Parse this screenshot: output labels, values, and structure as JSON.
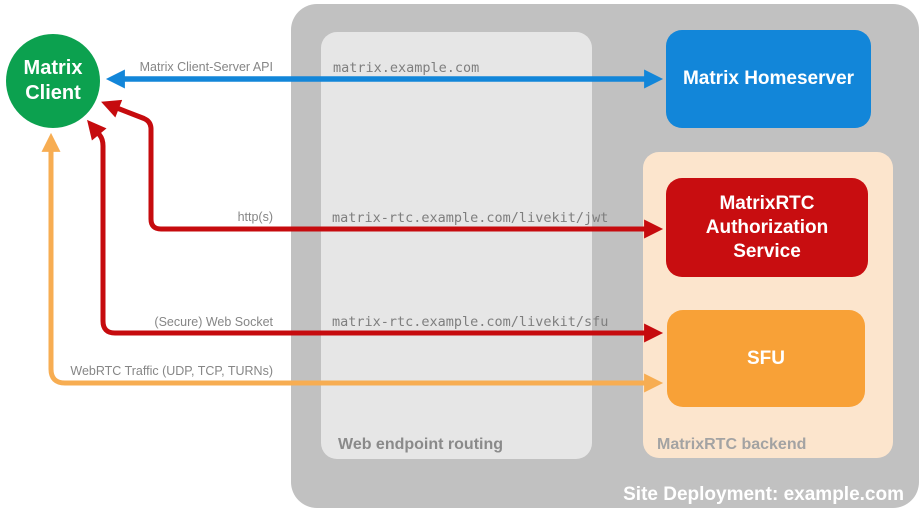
{
  "diagram_title": "Site Deployment: example.com",
  "nodes": {
    "client": {
      "label": "Matrix Client",
      "color": "#0ca14f"
    },
    "homeserver": {
      "label": "Matrix Homeserver",
      "color": "#1286d9"
    },
    "auth_service": {
      "label": "MatrixRTC Authorization Service",
      "color": "#c80d10"
    },
    "sfu": {
      "label": "SFU",
      "color": "#f8a137"
    }
  },
  "panels": {
    "site": {
      "label": "Site Deployment: example.com",
      "color": "#c1c1c1"
    },
    "routing": {
      "label": "Web endpoint routing",
      "color": "#e6e6e6"
    },
    "backend": {
      "label": "MatrixRTC backend",
      "color": "#fce5cd"
    }
  },
  "endpoints": [
    "matrix.example.com",
    "matrix-rtc.example.com/livekit/jwt",
    "matrix-rtc.example.com/livekit/sfu"
  ],
  "connections": [
    {
      "label": "Matrix Client-Server API",
      "from": "Matrix Client",
      "to": "Matrix Homeserver",
      "via": "matrix.example.com",
      "color": "#1286d9",
      "direction": "bidirectional"
    },
    {
      "label": "http(s)",
      "from": "Matrix Client",
      "to": "MatrixRTC Authorization Service",
      "via": "matrix-rtc.example.com/livekit/jwt",
      "color": "#c60b0e",
      "direction": "bidirectional"
    },
    {
      "label": "(Secure) Web Socket",
      "from": "Matrix Client",
      "to": "SFU",
      "via": "matrix-rtc.example.com/livekit/sfu",
      "color": "#c60b0e",
      "direction": "bidirectional"
    },
    {
      "label": "WebRTC Traffic (UDP, TCP, TURNs)",
      "from": "Matrix Client",
      "to": "SFU",
      "color": "#f7ad52",
      "direction": "bidirectional"
    }
  ]
}
